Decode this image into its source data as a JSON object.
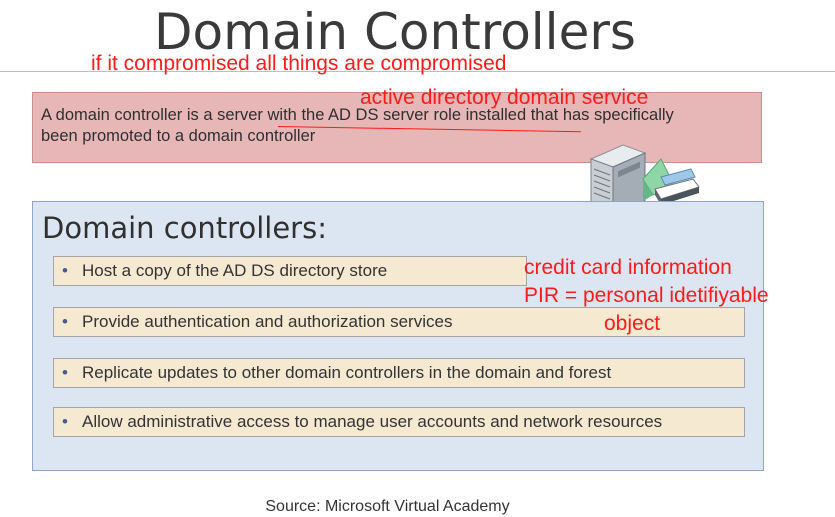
{
  "slide": {
    "title": "Domain Controllers",
    "definition": "A domain controller is a server with the AD DS server role installed that has specifically been promoted to a domain controller",
    "section_heading": "Domain controllers:",
    "bullets": [
      "Host a copy of the AD DS directory store",
      "Provide authentication and authorization services",
      "Replicate updates to other domain controllers in the domain and forest",
      "Allow administrative access to manage user accounts and network resources"
    ],
    "source": "Source: Microsoft Virtual Academy"
  },
  "annotations": {
    "compromised": "if it compromised all things are compromised",
    "ad_ds": "active directory domain service",
    "credit_card": "credit card information",
    "pir": "PIR = personal idetifiyable",
    "object": "object",
    "color": "#ff1a1a"
  },
  "icons": {
    "server": "server-icon"
  }
}
